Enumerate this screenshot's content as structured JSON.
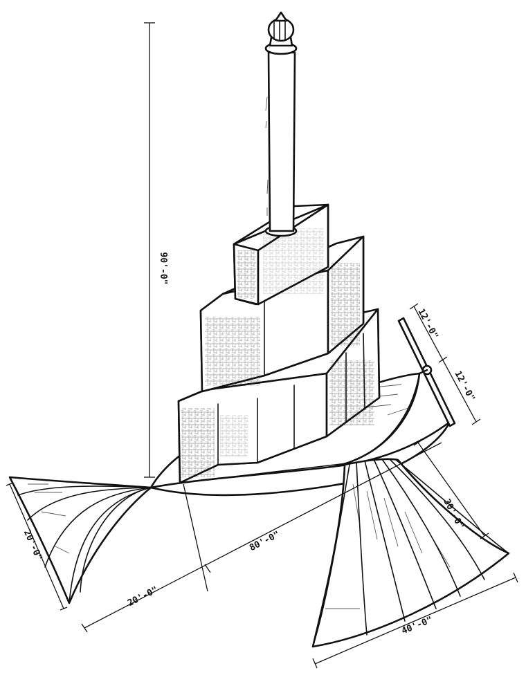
{
  "dimensions": {
    "total_height": "90'-0\"",
    "upper_width": "12'-0\"",
    "lower_width": "12'-0\"",
    "left_fan": "20'-0\"",
    "hull_length": "80'-0\"",
    "left_offset": "20'-0\"",
    "right_fan_height": "30'-0\"",
    "right_fan_width": "40'-0\""
  }
}
